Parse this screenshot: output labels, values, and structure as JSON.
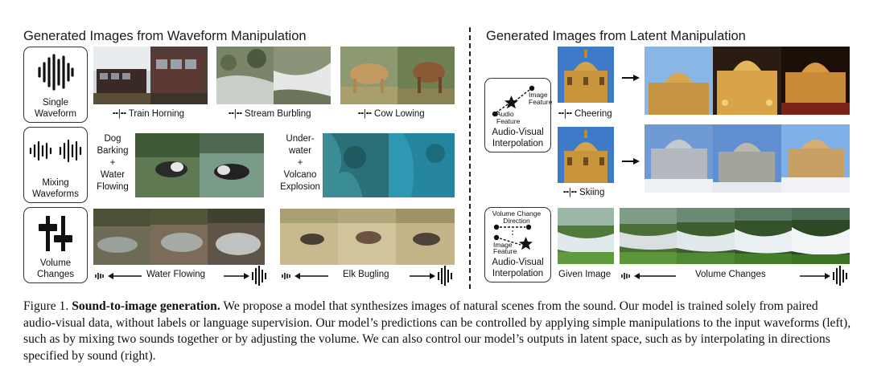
{
  "left_title": "Generated Images from Waveform Manipulation",
  "right_title": "Generated Images from Latent Manipulation",
  "single_waveform": {
    "label_line1": "Single",
    "label_line2": "Waveform"
  },
  "mixing_waveforms": {
    "label_line1": "Mixing",
    "label_line2": "Waveforms"
  },
  "volume_changes": {
    "label_line1": "Volume",
    "label_line2": "Changes"
  },
  "captions": {
    "train": "Train Horning",
    "stream": "Stream Burbling",
    "cow": "Cow Lowing",
    "water_flowing": "Water Flowing",
    "elk": "Elk Bugling",
    "cheering": "Cheering",
    "skiing": "Skiing",
    "given_image": "Given Image",
    "volume_changes": "Volume Changes"
  },
  "mix1": [
    "Dog",
    "Barking",
    "+",
    "Water",
    "Flowing"
  ],
  "mix2": [
    "Under-",
    "water",
    "+",
    "Volcano",
    "Explosion"
  ],
  "interp1": {
    "image_feature_1": "Image",
    "image_feature_2": "Feature",
    "audio_feature_1": "Audio",
    "audio_feature_2": "Feature",
    "label_1": "Audio-Visual",
    "label_2": "Interpolation"
  },
  "interp2": {
    "dir_1": "Volume Change",
    "dir_2": "Direction",
    "image_feature_1": "Image",
    "image_feature_2": "Feature",
    "label_1": "Audio-Visual",
    "label_2": "Interpolation"
  },
  "figure_caption": {
    "label": "Figure 1.",
    "title": "Sound-to-image generation.",
    "text": "We propose a model that synthesizes images of natural scenes from the sound. Our model is trained solely from paired audio-visual data, without labels or language supervision. Our model’s predictions can be controlled by applying simple manipulations to the input waveforms (left), such as by mixing two sounds together or by adjusting the volume. We can also control our model’s outputs in latent space, such as by interpolating in directions specified by sound (right)."
  }
}
